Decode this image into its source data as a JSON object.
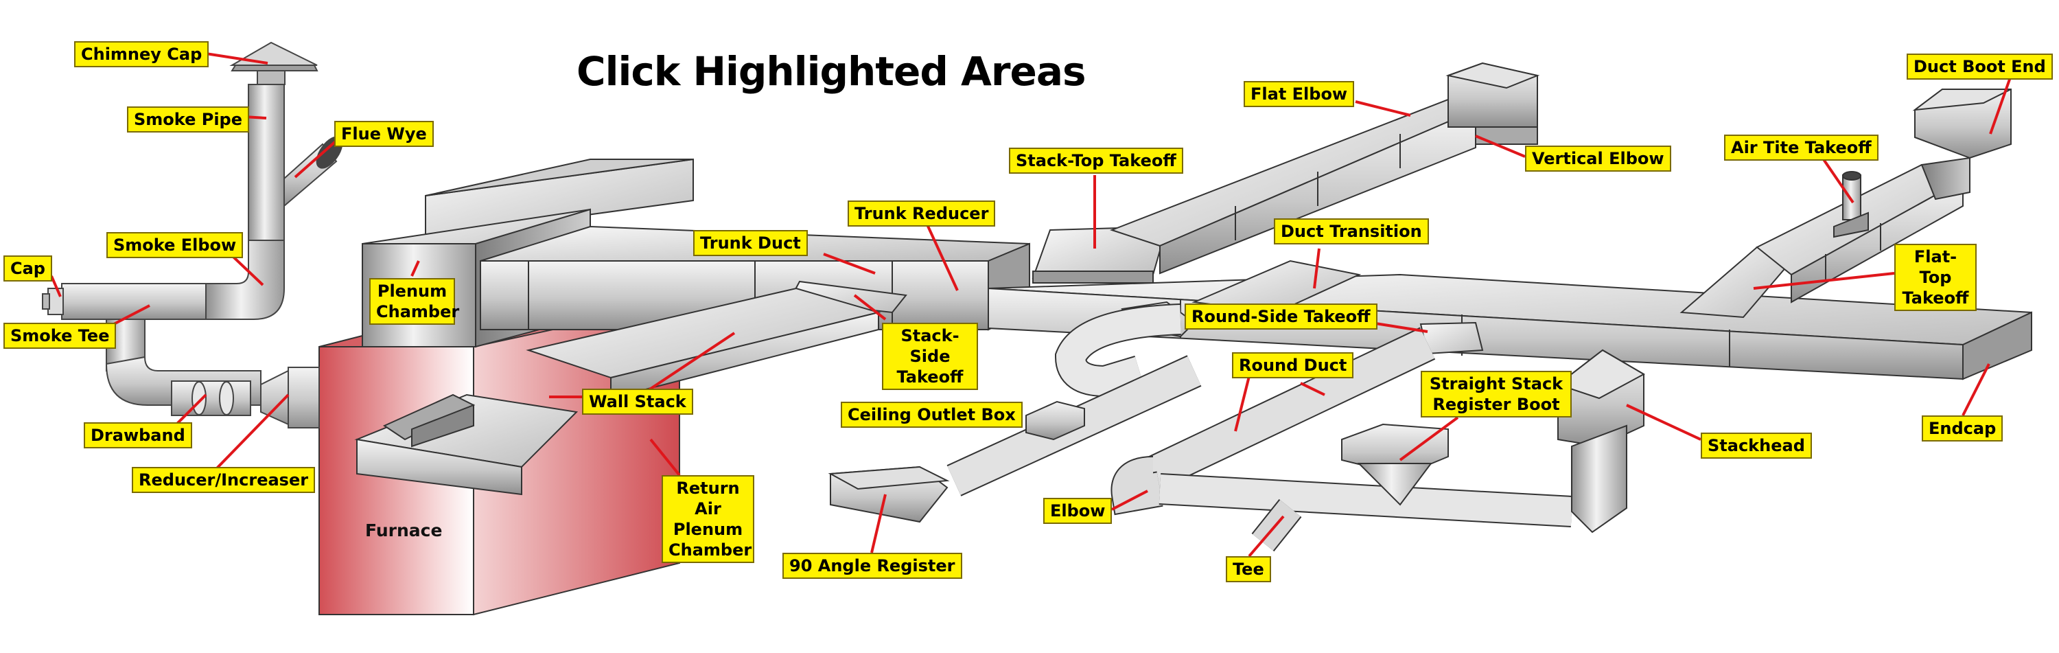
{
  "title": "Click Highlighted Areas",
  "furnace_text": "Furnace",
  "labels": {
    "chimney_cap": "Chimney Cap",
    "smoke_pipe": "Smoke Pipe",
    "flue_wye": "Flue Wye",
    "smoke_elbow": "Smoke Elbow",
    "cap": "Cap",
    "smoke_tee": "Smoke Tee",
    "drawband": "Drawband",
    "reducer_increaser": "Reducer/Increaser",
    "plenum_chamber": "Plenum Chamber",
    "trunk_duct": "Trunk Duct",
    "trunk_reducer": "Trunk Reducer",
    "stack_top_takeoff": "Stack-Top Takeoff",
    "flat_elbow": "Flat Elbow",
    "vertical_elbow": "Vertical Elbow",
    "duct_transition": "Duct Transition",
    "duct_boot_end": "Duct Boot End",
    "air_tite_takeoff": "Air Tite Takeoff",
    "flat_top_takeoff": "Flat-Top Takeoff",
    "stack_side_takeoff": "Stack-Side Takeoff",
    "round_side_takeoff": "Round-Side Takeoff",
    "wall_stack": "Wall Stack",
    "ceiling_outlet_box": "Ceiling Outlet Box",
    "round_duct": "Round Duct",
    "straight_stack_register_boot": "Straight Stack Register Boot",
    "return_air_plenum_chamber": "Return Air Plenum Chamber",
    "elbow": "Elbow",
    "stackhead": "Stackhead",
    "endcap": "Endcap",
    "angle_register": "90 Angle Register",
    "tee": "Tee"
  },
  "colors": {
    "label_fill": "#fff200",
    "leader_line": "#e0161b",
    "duct_light": "#eeeeee",
    "duct_dark": "#9a9a9a",
    "furnace_red": "#d8555b"
  }
}
